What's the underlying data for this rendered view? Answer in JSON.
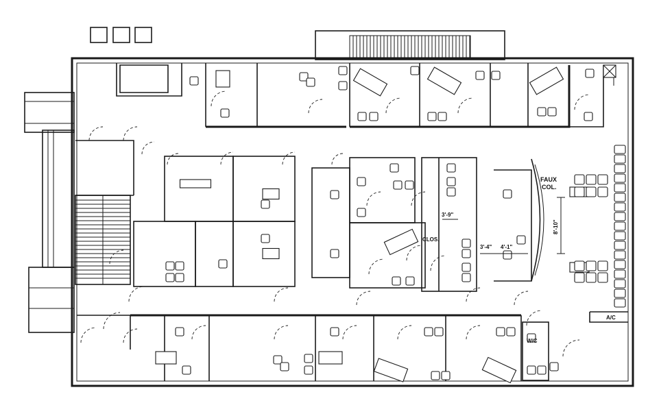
{
  "plan": {
    "labels": {
      "faux_col_line1": "FAUX",
      "faux_col_line2": "COL.",
      "dim_3_9": "3'-9\"",
      "closet": "CLOS.",
      "dim_3_4": "3'-4\"",
      "dim_4_1": "4'-1\"",
      "dim_8_10": "8'-10\"",
      "ac": "A/C",
      "wc": "W/C"
    },
    "colors": {
      "line": "#1a1a1a",
      "background": "#ffffff"
    }
  }
}
